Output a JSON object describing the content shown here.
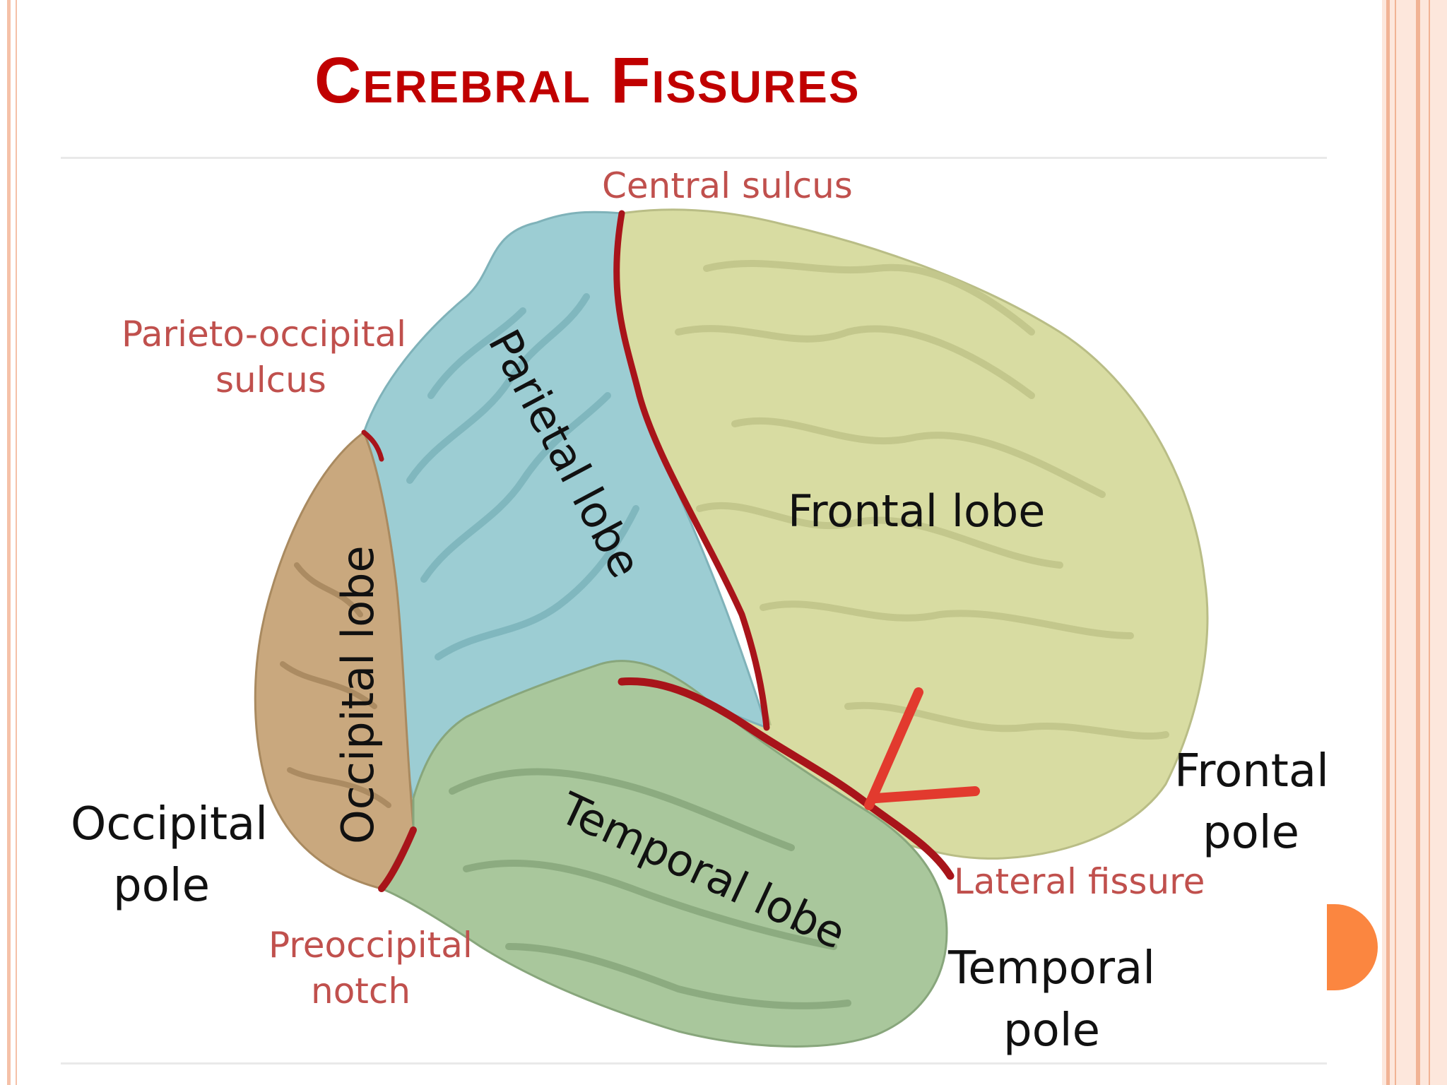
{
  "slide": {
    "title": "Cerebral Fissures"
  },
  "diagram": {
    "lobes": {
      "frontal": "Frontal lobe",
      "parietal": "Parietal lobe",
      "occipital": "Occipital lobe",
      "temporal": "Temporal lobe"
    },
    "fissure_labels": {
      "central_sulcus": "Central sulcus",
      "parieto_occipital_line1": "Parieto-occipital",
      "parieto_occipital_line2": "sulcus",
      "lateral_fissure": "Lateral fissure",
      "preoccipital_line1": "Preoccipital",
      "preoccipital_line2": "notch"
    },
    "pole_labels": {
      "occipital_line1": "Occipital",
      "occipital_line2": "pole",
      "frontal_line1": "Frontal",
      "frontal_line2": "pole",
      "temporal_line1": "Temporal",
      "temporal_line2": "pole"
    },
    "colors": {
      "frontal": "#d8dca2",
      "parietal": "#9ccdd3",
      "occipital": "#c9a87e",
      "temporal": "#a9c79c",
      "fissure": "#a8141a",
      "label_red": "#c0504d",
      "title": "#c00000"
    }
  }
}
